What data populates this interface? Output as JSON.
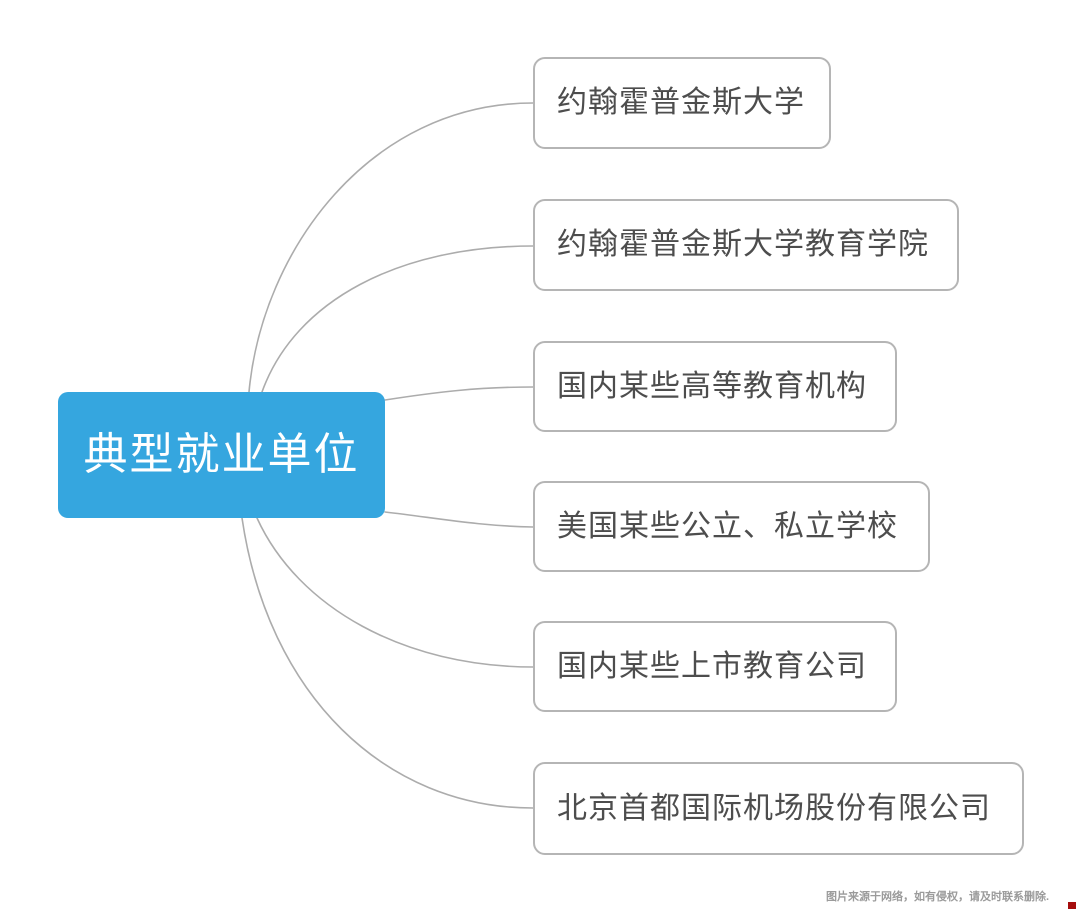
{
  "root": {
    "label": "典型就业单位"
  },
  "branches": [
    {
      "label": "约翰霍普金斯大学"
    },
    {
      "label": "约翰霍普金斯大学教育学院"
    },
    {
      "label": "国内某些高等教育机构"
    },
    {
      "label": "美国某些公立、私立学校"
    },
    {
      "label": "国内某些上市教育公司"
    },
    {
      "label": "北京首都国际机场股份有限公司"
    }
  ],
  "watermark": {
    "text": "图片来源于网络，如有侵权，请及时联系删除."
  },
  "colors": {
    "root_fill": "#35a6df",
    "root_text": "#ffffff",
    "branch_border": "#b5b5b5",
    "branch_text": "#4d4d4d",
    "connector": "#acacac",
    "watermark_text": "#9b9b9b",
    "corner_mark": "#a50d0d"
  }
}
